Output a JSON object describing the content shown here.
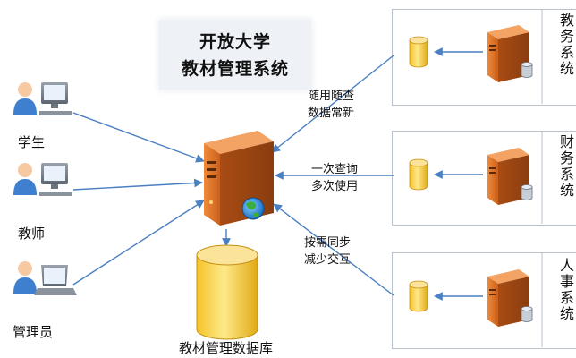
{
  "title": {
    "line1": "开放大学",
    "line2": "教材管理系统"
  },
  "users": [
    {
      "label": "学生"
    },
    {
      "label": "教师"
    },
    {
      "label": "管理员"
    }
  ],
  "database_label": "教材管理数据库",
  "edges": [
    {
      "line1": "随用随查",
      "line2": "数据常新"
    },
    {
      "line1": "一次查询",
      "line2": "多次使用"
    },
    {
      "line1": "按需同步",
      "line2": "减少交互"
    }
  ],
  "systems": [
    {
      "label": "教务系统"
    },
    {
      "label": "财务系统"
    },
    {
      "label": "人事系统"
    }
  ],
  "colors": {
    "server_orange": "#e07a2c",
    "arrow_blue": "#4a7fc1",
    "cylinder_gold": "#f2c026",
    "box_border": "#b9c1cc"
  }
}
